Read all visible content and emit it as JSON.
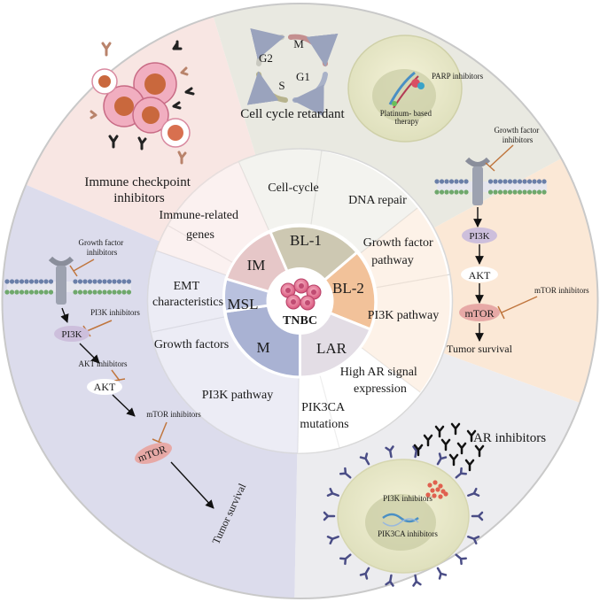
{
  "center": {
    "label": "TNBC"
  },
  "subtypes": {
    "im": "IM",
    "bl1": "BL-1",
    "bl2": "BL-2",
    "lar": "LAR",
    "m": "M",
    "msl": "MSL"
  },
  "middle_ring": {
    "immune_related_genes": [
      "Immune-related",
      "genes"
    ],
    "cell_cycle": "Cell-cycle",
    "dna_repair": "DNA repair",
    "growth_factor_pathway": [
      "Growth factor",
      "pathway"
    ],
    "pi3k_pathway_right": "PI3K pathway",
    "high_ar": [
      "High AR signal",
      "expression"
    ],
    "pik3ca_mutations": [
      "PIK3CA",
      "mutations"
    ],
    "emt": [
      "EMT",
      "characteristics"
    ],
    "growth_factors": "Growth factors",
    "pi3k_pathway_left": "PI3K pathway"
  },
  "outer": {
    "immune_checkpoint": [
      "Immune checkpoint",
      "inhibitors"
    ],
    "cell_cycle_retardant": "Cell cycle retardant",
    "cycle_phases": {
      "g1": "G1",
      "s": "S",
      "g2": "G2",
      "m": "M"
    },
    "parp": "PARP inhibitors",
    "platinum": [
      "Platinum- based",
      "therapy"
    ],
    "right_pathway": {
      "gfi": [
        "Growth factor",
        "inhibitors"
      ],
      "pi3k": "PI3K",
      "akt": "AKT",
      "mtor": "mTOR",
      "mtor_inh": "mTOR inhibitors",
      "survival": "Tumor survival"
    },
    "left_pathway": {
      "gfi": [
        "Growth factor",
        "inhibitors"
      ],
      "pi3k_inh": "PI3K inhibitors",
      "pi3k": "PI3K",
      "akt_inh": "AKT inhibitors",
      "akt": "AKT",
      "mtor_inh": "mTOR inhibitors",
      "mtor": "mTOR",
      "survival": "Tumor survival"
    },
    "ar_inhibitors": "AR inhibitors",
    "pi3k_inhibitors_cell": "PI3K inhibitors",
    "pik3ca_inhibitors": "PIK3CA inhibitors"
  },
  "colors": {
    "im_sector": "#f8e6e3",
    "bl1_sector": "#e9e9e1",
    "bl2_sector": "#fbe8d6",
    "lar_sector": "#ececef",
    "m_msl_sector": "#dcdcec",
    "im_seg": "#e6c7c8",
    "bl1_seg": "#cdc8b2",
    "bl2_seg": "#f2c29a",
    "lar_seg": "#e3dde5",
    "m_seg": "#a9b2d3",
    "msl_seg": "#b9c1de"
  }
}
